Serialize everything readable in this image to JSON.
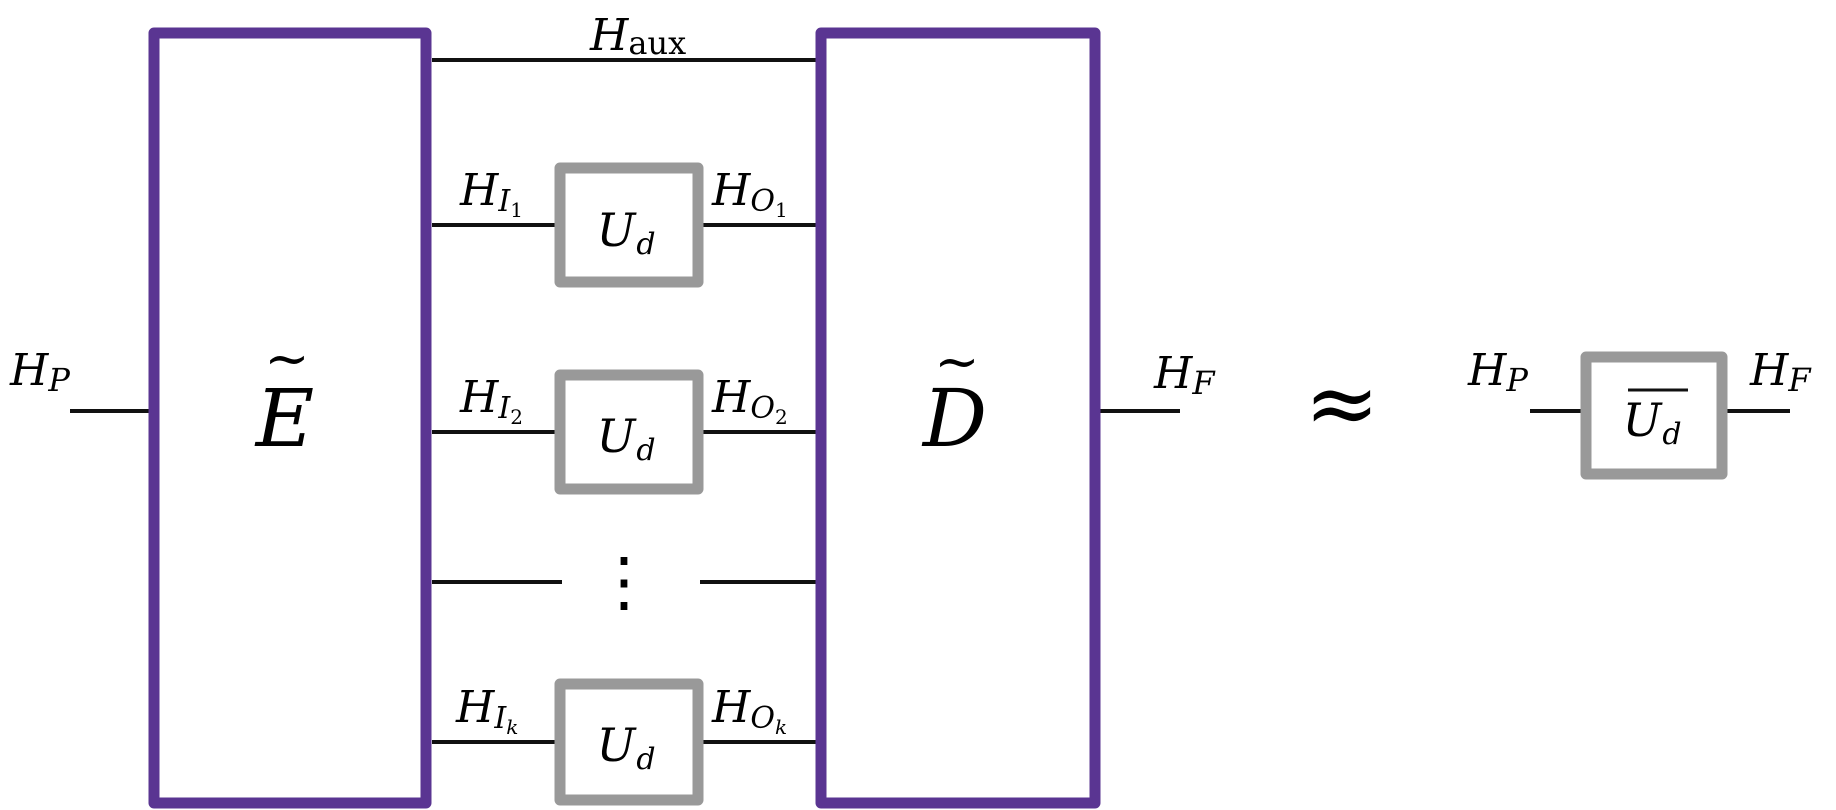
{
  "colors": {
    "purple": "#5a3592",
    "gray": "#999999",
    "wire": "#111111"
  },
  "labels": {
    "aux_base": "H",
    "aux_sub": "aux",
    "p_base": "H",
    "p_sub": "P",
    "f_base": "H",
    "f_sub": "F",
    "i1_base": "H",
    "i1_sub": "I",
    "i1_subsub": "1",
    "i2_base": "H",
    "i2_sub": "I",
    "i2_subsub": "2",
    "ik_base": "H",
    "ik_sub": "I",
    "ik_subsub": "k",
    "o1_base": "H",
    "o1_sub": "O",
    "o1_subsub": "1",
    "o2_base": "H",
    "o2_sub": "O",
    "o2_subsub": "2",
    "ok_base": "H",
    "ok_sub": "O",
    "ok_subsub": "k",
    "rp_base": "H",
    "rp_sub": "P",
    "rf_base": "H",
    "rf_sub": "F"
  },
  "blocks": {
    "encoder": {
      "letter": "E",
      "accent": "~"
    },
    "decoder": {
      "letter": "D",
      "accent": "~"
    },
    "unitary": {
      "letter": "U",
      "sub": "d"
    },
    "result": {
      "letter": "U",
      "sub": "d"
    }
  },
  "dots": "⋮",
  "approx": "≈"
}
